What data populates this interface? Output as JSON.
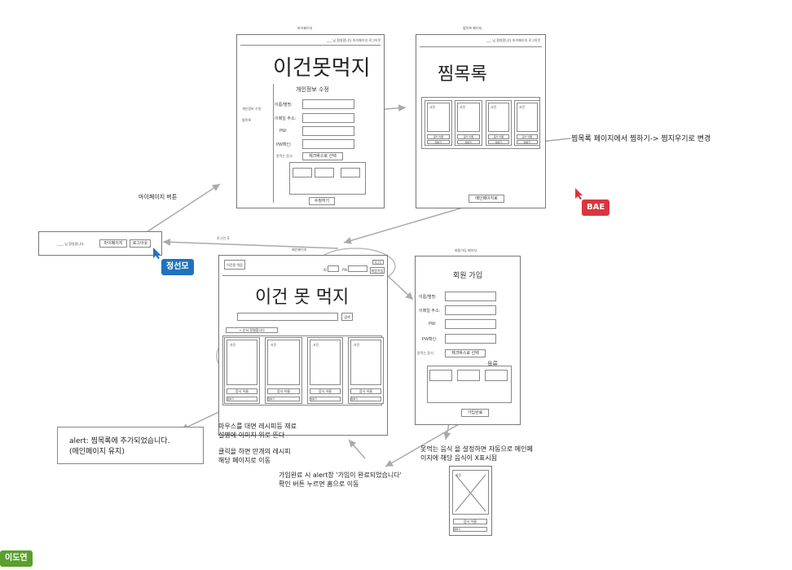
{
  "mypage": {
    "frame_title": "마이페이지",
    "top_nav": "___ 님 환영합니다 마이페이지 로그아웃",
    "title": "이건못먹지",
    "section_title": "개인정보 수정",
    "side_menu": [
      "개인정보 수정",
      "찜목록"
    ],
    "fields": [
      "이름/별명:",
      "이메일 주소:",
      "PW:",
      "PW확인:",
      "못먹는 음식:"
    ],
    "checkbox_btn": "체크박스로 선택",
    "submit": "수정하기"
  },
  "wishlist": {
    "frame_title": "찜목록 페이지",
    "top_nav": "___ 님 환영합니다 마이페이지 로그아웃",
    "title": "찜목록",
    "card_label": "사진",
    "card_name": "음식 이름",
    "card_action": "찜하기",
    "back_btn": "메인페이지로"
  },
  "login_bar": {
    "text": "____ 님 환영합니다.",
    "mypage_btn": "마이페이지",
    "logout_btn": "로그아웃",
    "after_login": "로그인 후"
  },
  "main": {
    "frame_title": "메인페이지",
    "logo": "이건못 먹음",
    "id_label": "ID",
    "pw_label": "PW",
    "login_btn": "로그인",
    "signup_btn": "회원가입",
    "title": "이건 못 먹지",
    "search_btn": "검색",
    "filter": "~ 순서 정렬합니다",
    "card_label": "사진",
    "card_name": "음식 이름",
    "card_action": "찜하기"
  },
  "signup": {
    "frame_title": "회원가입 페이지",
    "title": "회원 가입",
    "fields": [
      "이름/별명:",
      "이메일 주소:",
      "PW:",
      "PW확인:",
      "못먹는 음식:"
    ],
    "checkbox_btn": "체크박스로 선택",
    "dropdown_label": "육류",
    "submit": "가입완료"
  },
  "hidden_card": {
    "label": "사진",
    "name": "음식 이름",
    "action": "찜하기"
  },
  "annotations": {
    "mypage_button": "마이페이지 버튼",
    "wishlist_change": "찜목록 페이지에서 찜하기-> 찜지우기로 변경",
    "alert_line1": "alert: 찜목록에 추가되었습니다.",
    "alert_line2": "(메인페이지 유지)",
    "hover_line1": "마우스를 대면 레시피등 재료",
    "hover_line2": "설명에 이미지 위로 뜬다",
    "click_line1": "클릭을 하면 만개의 레시피",
    "click_line2": "해당 페이지로 이동",
    "signup_line1": "가입완료 시 alert창 '가입이 완료되었습니다'",
    "signup_line2": "확인 버튼 누르면 홈으로 이동",
    "avoid_line1": "못먹는 음식 을 설정하면 자동으로 메인페",
    "avoid_line2": "이지에 해당 음식이 X표시됨"
  },
  "tags": [
    {
      "text": "BAE",
      "color": "#d9363e"
    },
    {
      "text": "정선모",
      "color": "#1e73be"
    },
    {
      "text": "이도연",
      "color": "#5aa02c"
    }
  ]
}
